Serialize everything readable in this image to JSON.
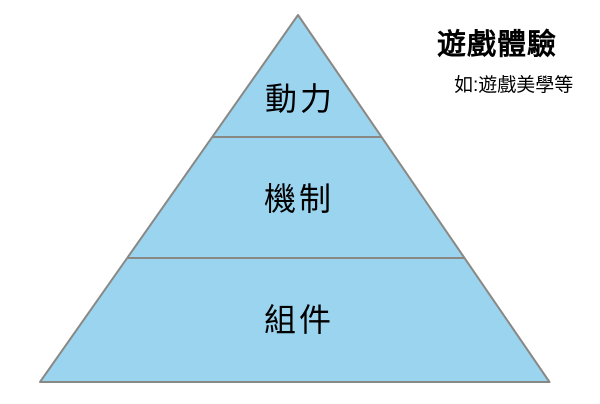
{
  "colors": {
    "fill": "#9BD4EF",
    "stroke": "#8A8884",
    "text": "#000000",
    "background": "#FFFFFF"
  },
  "pyramid": {
    "levels": [
      {
        "label": "動力"
      },
      {
        "label": "機制"
      },
      {
        "label": "組件"
      }
    ]
  },
  "annotation": {
    "title": "遊戲體驗",
    "subtitle": "如:遊戲美學等"
  }
}
